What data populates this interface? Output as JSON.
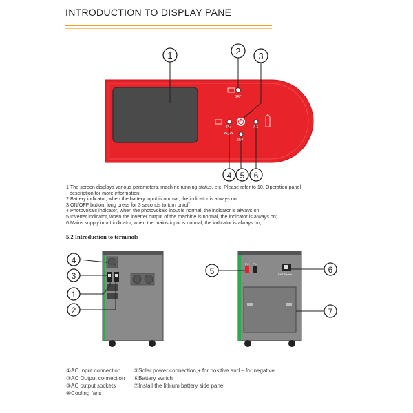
{
  "header": {
    "title": "INTRODUCTION TO DISPLAY PANE",
    "accent_color": "#f0a020"
  },
  "panel": {
    "body_color": "#e8232a",
    "callouts": [
      "1",
      "2",
      "3",
      "4",
      "5",
      "6"
    ],
    "labels": {
      "bat": "BAT",
      "pv": "PV",
      "inv": "INV",
      "ac": "AC"
    }
  },
  "descriptions": [
    "1 The screen displays various parameters, machine running status, etc. Please refer to 10. Operation panel",
    "   description for more information;",
    "2 Battery indicator, when the battery input is normal, the indicator is always on;",
    "3 ON/OFF button, long press for 3 seconds to turn on/off",
    "4 Photovoltaic indicator, when the photovoltaic input is normal, the indicator is always on;",
    "5 Inverter indicator, when the inverter output of the machine is normal, the indicator is always on;",
    "6 Mains supply input indicator, when the mains input is normal, the indicator is always on;"
  ],
  "section": {
    "title": "5.2 Introduction to terminals"
  },
  "terminals": {
    "left_callouts": [
      "4",
      "3",
      "1",
      "2"
    ],
    "right_callouts": [
      "5",
      "6",
      "7"
    ],
    "pv_label": "PV+",
    "pv_label2": "PV-",
    "switch_label": "BAT Switch"
  },
  "legend": {
    "col1": [
      "①AC Input connection",
      "③AC Output connection",
      "③AC output sockets",
      "④Cooling fans"
    ],
    "col2": [
      "⑤Solar power connection,+ for positive and – for negative",
      "⑥Battery switch",
      "⑦Install the lithium battery side panel"
    ]
  }
}
